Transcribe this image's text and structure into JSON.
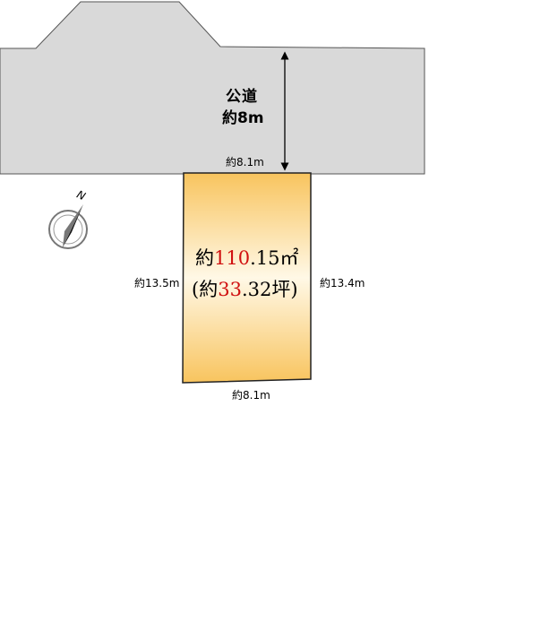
{
  "road": {
    "name": "公道",
    "width": "約8m"
  },
  "lot": {
    "area_prefix": "約",
    "area_sqm": "110",
    "area_sqm_rest": ".15㎡",
    "tsubo_open": "(約",
    "tsubo": "33",
    "tsubo_rest": ".32坪)",
    "dim_top": "約8.1m",
    "dim_bottom": "約8.1m",
    "dim_left": "約13.5m",
    "dim_right": "約13.4m"
  },
  "compass": {
    "north_label": "N"
  },
  "colors": {
    "road_fill": "#d9d9d9",
    "lot_gradient_edge": "#f8c45e",
    "lot_gradient_center": "#fff8e6",
    "highlight": "#d01010"
  }
}
